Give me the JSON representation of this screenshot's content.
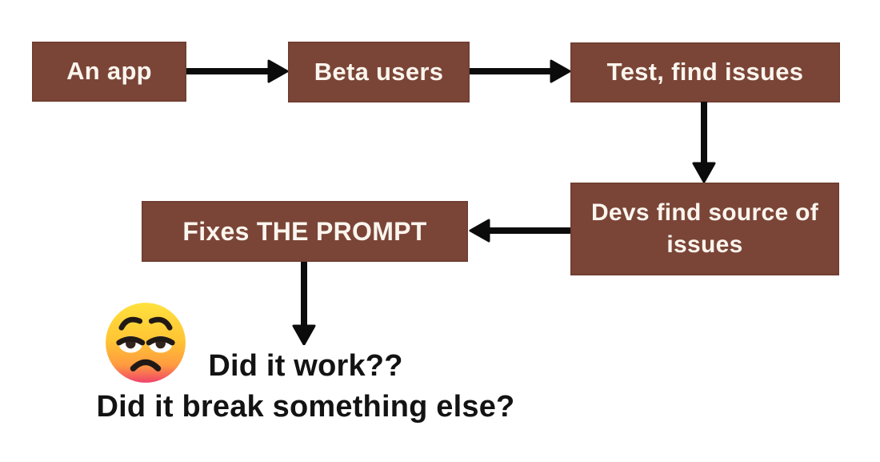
{
  "diagram": {
    "colors": {
      "background": "#FFFFFF",
      "box": "#7A4537",
      "box-border": "#713F32",
      "box-text": "#FBF5EE",
      "arrow": "#0B0B0B",
      "text": "#131313"
    },
    "nodes": [
      {
        "id": "an-app",
        "label": "An app"
      },
      {
        "id": "beta-users",
        "label": "Beta users"
      },
      {
        "id": "test-find-issues",
        "label": "Test, find issues"
      },
      {
        "id": "devs-find-source",
        "label": "Devs find source of issues"
      },
      {
        "id": "fixes-the-prompt",
        "label": "Fixes THE PROMPT"
      }
    ],
    "edges": [
      {
        "from": "an-app",
        "to": "beta-users",
        "direction": "right"
      },
      {
        "from": "beta-users",
        "to": "test-find-issues",
        "direction": "right"
      },
      {
        "from": "test-find-issues",
        "to": "devs-find-source",
        "direction": "down"
      },
      {
        "from": "devs-find-source",
        "to": "fixes-the-prompt",
        "direction": "left"
      },
      {
        "from": "fixes-the-prompt",
        "to": "outcome",
        "direction": "down"
      }
    ],
    "outcome": {
      "emoji": "unamused-face",
      "line1": "Did it work??",
      "line2": "Did it break something else?"
    }
  }
}
